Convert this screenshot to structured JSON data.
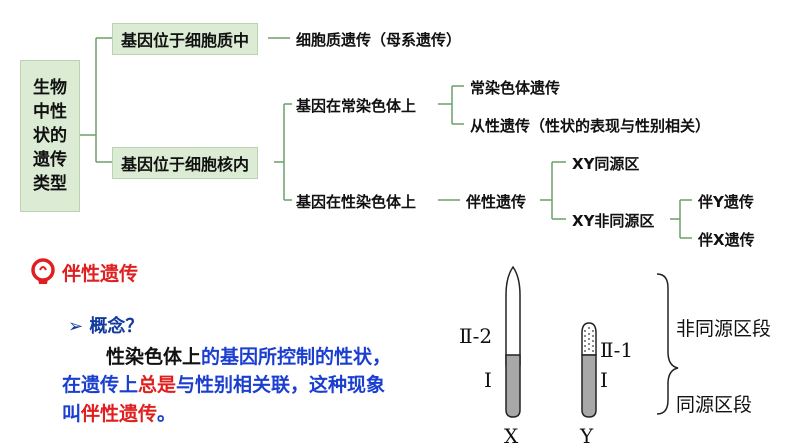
{
  "tree": {
    "root_lines": [
      "生物",
      "中性",
      "状的",
      "遗传",
      "类型"
    ],
    "branch_cytoplasm": "基因位于细胞质中",
    "cytoplasm_result": "细胞质遗传（母系遗传）",
    "branch_nucleus": "基因位于细胞核内",
    "autosome": "基因在常染色体上",
    "autosome_a": "常染色体遗传",
    "autosome_b": "从性遗传（性状的表现与性别相关）",
    "sex_chrom": "基因在性染色体上",
    "sex_linked": "伴性遗传",
    "xy_homologous": "XY同源区",
    "xy_nonhomologous": "XY非同源区",
    "y_linked": "伴Y遗传",
    "x_linked": "伴X遗传"
  },
  "section": {
    "title": "伴性遗传",
    "concept": "概念？",
    "arrow": "➢",
    "line1_black": "性染色体上",
    "line1_blue": "的基因所控制的性状，",
    "line2_blue1": "在遗传上",
    "line2_red": "总是",
    "line2_blue2": "与性别相关联，这种现象",
    "line3_blue": "叫",
    "line3_red": "伴性遗传",
    "line3_end": "。"
  },
  "chromosomes": {
    "x_label": "X",
    "y_label": "Y",
    "x_upper": "Ⅱ-2",
    "x_lower": "Ⅰ",
    "y_upper": "Ⅱ-1",
    "y_lower": "Ⅰ",
    "non_homologous": "非同源区段",
    "homologous": "同源区段"
  },
  "colors": {
    "box_fill": "#dcebd4",
    "line": "#6d9f6a",
    "red": "#e02020",
    "blue": "#1a3fd0",
    "chrom_gray": "#a8a8a8"
  }
}
